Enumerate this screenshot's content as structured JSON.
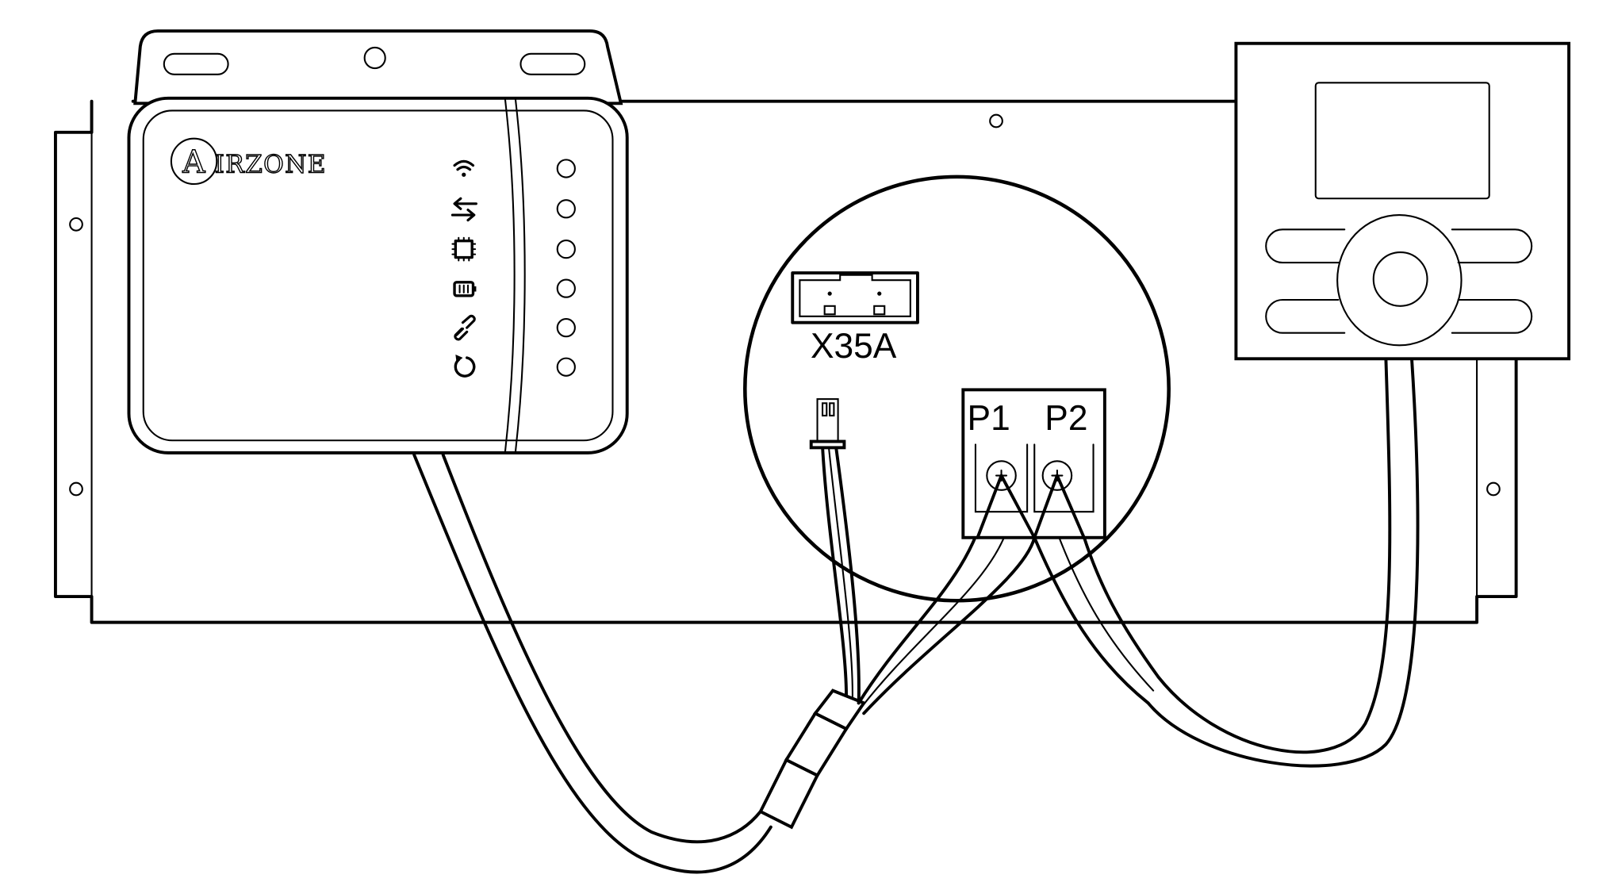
{
  "diagram": {
    "device": {
      "brand_logo": "AIRZONE",
      "status_icons": [
        "wifi-icon",
        "data-transfer-icon",
        "chip-icon",
        "battery-icon",
        "link-icon",
        "reset-icon"
      ]
    },
    "detail": {
      "connector_label": "X35A",
      "terminal_labels": [
        "P1",
        "P2"
      ]
    },
    "colors": {
      "line": "#000000",
      "background": "#ffffff"
    }
  }
}
